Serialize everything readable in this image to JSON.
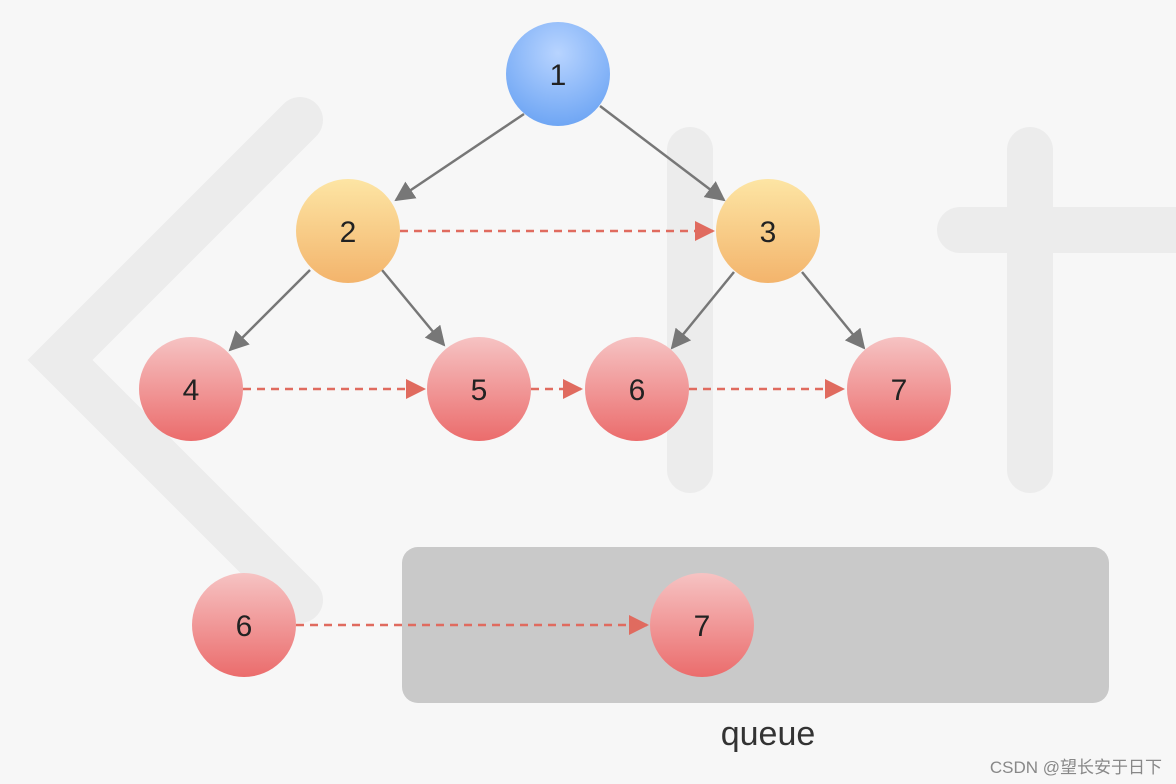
{
  "tree": {
    "root": "1",
    "level2": [
      "2",
      "3"
    ],
    "level3": [
      "4",
      "5",
      "6",
      "7"
    ]
  },
  "queue": {
    "label": "queue",
    "outside_item": "6",
    "items": [
      "7"
    ]
  },
  "watermark": "CSDN @望长安于日下",
  "colors": {
    "blue_node": "#7fb0f6",
    "orange_node": "#f5c57a",
    "red_node": "#ee8d8d",
    "tree_edge": "#777777",
    "next_pointer": "#e06b5f",
    "queue_box": "#c9c9c9"
  }
}
